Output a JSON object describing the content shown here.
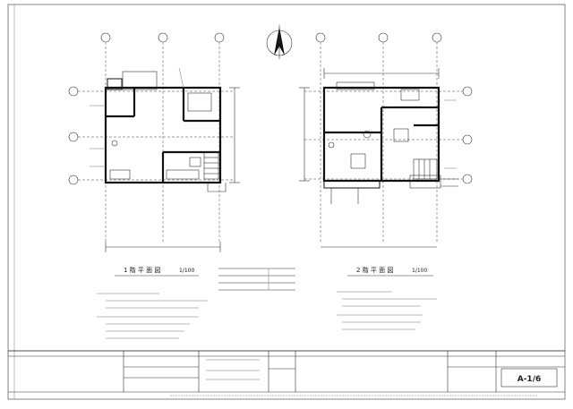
{
  "drawing": {
    "sheet_number": "A-1/6",
    "plan_1F_title": "1 階 平 面 図",
    "plan_1F_scale": "1/100",
    "plan_2F_title": "2 階 平 面 図",
    "plan_2F_scale": "1/100",
    "colors": {
      "line": "#111111",
      "paper": "#ffffff"
    }
  },
  "icons": [
    "north-arrow-icon",
    "grid-bubble-icon"
  ]
}
